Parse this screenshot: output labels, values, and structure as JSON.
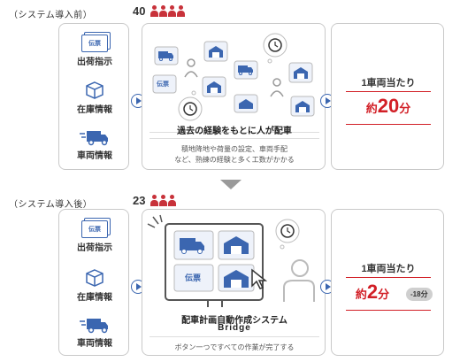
{
  "before": {
    "section_label": "（システム導入前）",
    "people_count": "40",
    "inputs": [
      {
        "label": "出荷指示",
        "icon": "shipping-slip-icon",
        "slip_text": "伝票"
      },
      {
        "label": "在庫情報",
        "icon": "inventory-box-icon"
      },
      {
        "label": "車両情報",
        "icon": "truck-icon"
      }
    ],
    "process_title": "過去の経験をもとに人が配車",
    "process_desc_line1": "積地降地や荷量の設定、車両手配",
    "process_desc_line2": "など、熟練の経験と多く工数がかかる",
    "mini_slip_text": "伝票",
    "result_title": "1車両当たり",
    "result_prefix": "約",
    "result_number": "20",
    "result_unit": "分"
  },
  "after": {
    "section_label": "（システム導入後）",
    "people_count": "23",
    "inputs": [
      {
        "label": "出荷指示",
        "icon": "shipping-slip-icon",
        "slip_text": "伝票"
      },
      {
        "label": "在庫情報",
        "icon": "inventory-box-icon"
      },
      {
        "label": "車両情報",
        "icon": "truck-icon"
      }
    ],
    "system_title_line1": "配車計画自動作成システム",
    "system_title_line2": "Bridge",
    "system_desc": "ボタン一つですべての作業が完了する",
    "mini_slip_text": "伝票",
    "result_title": "1車両当たり",
    "result_prefix": "約",
    "result_number": "2",
    "result_unit": "分",
    "diff_badge": "-18分"
  },
  "colors": {
    "accent_blue": "#3b66b0",
    "accent_red": "#d21f26",
    "people_red": "#c8323a"
  }
}
